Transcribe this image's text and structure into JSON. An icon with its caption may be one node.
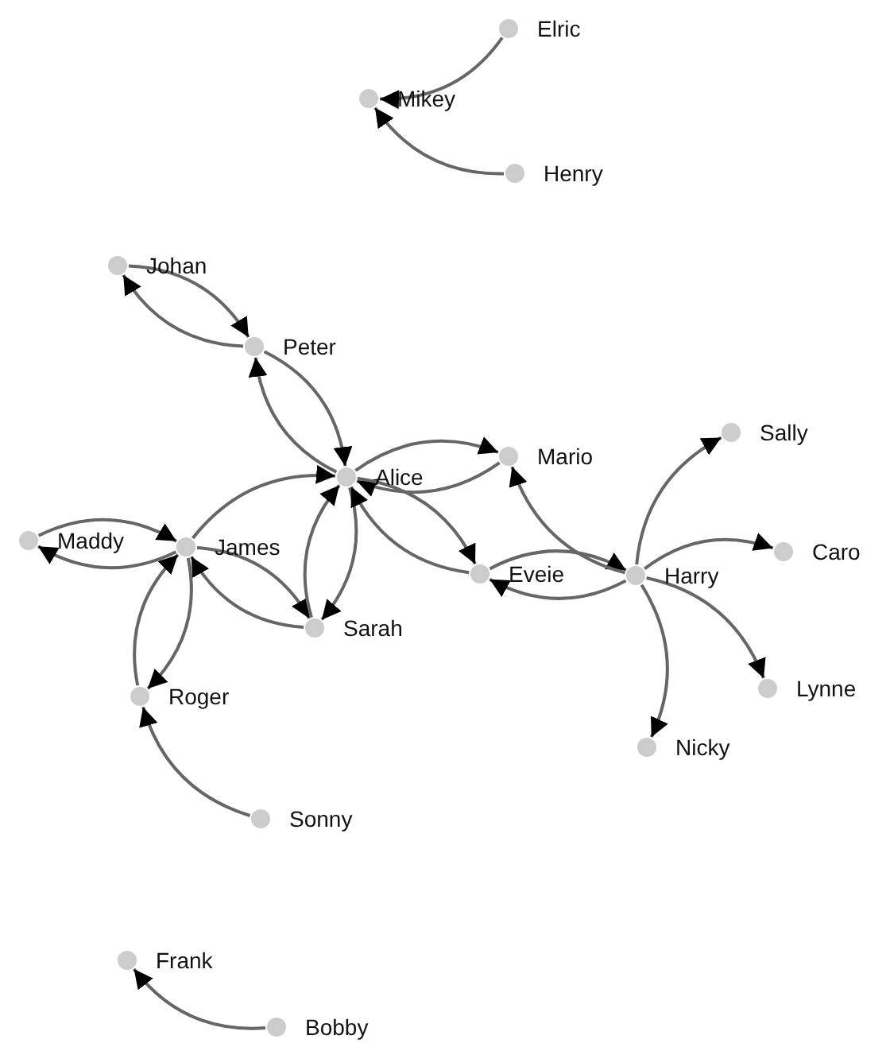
{
  "diagram": {
    "nodes": [
      {
        "text": [],
        "shape": "circle",
        "beside": [
          "Elric"
        ]
      },
      {
        "text": [],
        "shape": "circle",
        "beside": [
          "Mikey"
        ]
      },
      {
        "text": [],
        "shape": "circle",
        "beside": [
          "Henry"
        ]
      },
      {
        "text": [],
        "shape": "circle",
        "beside": [
          "Johan"
        ]
      },
      {
        "text": [],
        "shape": "circle",
        "beside": [
          "Peter"
        ]
      },
      {
        "text": [],
        "shape": "circle",
        "beside": [
          "Alice"
        ]
      },
      {
        "text": [],
        "shape": "circle",
        "beside": [
          "Mario"
        ]
      },
      {
        "text": [],
        "shape": "circle",
        "beside": [
          "Sally"
        ]
      },
      {
        "text": [],
        "shape": "circle",
        "beside": [
          "Maddy"
        ]
      },
      {
        "text": [],
        "shape": "circle",
        "beside": [
          "James"
        ]
      },
      {
        "text": [],
        "shape": "circle",
        "beside": [
          "Eveie"
        ]
      },
      {
        "text": [],
        "shape": "circle",
        "beside": [
          "Harry"
        ]
      },
      {
        "text": [],
        "shape": "circle",
        "beside": [
          "Caro"
        ]
      },
      {
        "text": [],
        "shape": "circle",
        "beside": [
          "Sarah"
        ]
      },
      {
        "text": [],
        "shape": "circle",
        "beside": [
          "Lynne"
        ]
      },
      {
        "text": [],
        "shape": "circle",
        "beside": [
          "Roger"
        ]
      },
      {
        "text": [],
        "shape": "circle",
        "beside": [
          "Nicky"
        ]
      },
      {
        "text": [],
        "shape": "circle",
        "beside": [
          "Sonny"
        ]
      },
      {
        "text": [],
        "shape": "circle",
        "beside": [
          "Frank"
        ]
      },
      {
        "text": [],
        "shape": "circle",
        "beside": [
          "Bobby"
        ]
      }
    ],
    "edges": [
      {
        "from": 0,
        "to": 1,
        "arrow": "to"
      },
      {
        "from": 2,
        "to": 1,
        "arrow": "to"
      },
      {
        "from": 3,
        "to": 4,
        "arrow": "to"
      },
      {
        "from": 4,
        "to": 3,
        "arrow": "to"
      },
      {
        "from": 4,
        "to": 5,
        "arrow": "to"
      },
      {
        "from": 5,
        "to": 4,
        "arrow": "to"
      },
      {
        "from": 9,
        "to": 5,
        "arrow": "to"
      },
      {
        "from": 8,
        "to": 9,
        "arrow": "to"
      },
      {
        "from": 9,
        "to": 8,
        "arrow": "to"
      },
      {
        "from": 9,
        "to": 13,
        "arrow": "to"
      },
      {
        "from": 13,
        "to": 9,
        "arrow": "to"
      },
      {
        "from": 5,
        "to": 13,
        "arrow": "to"
      },
      {
        "from": 13,
        "to": 5,
        "arrow": "to"
      },
      {
        "from": 5,
        "to": 6,
        "arrow": "to"
      },
      {
        "from": 6,
        "to": 5,
        "arrow": "to"
      },
      {
        "from": 5,
        "to": 10,
        "arrow": "to"
      },
      {
        "from": 10,
        "to": 5,
        "arrow": "to"
      },
      {
        "from": 10,
        "to": 11,
        "arrow": "to"
      },
      {
        "from": 11,
        "to": 10,
        "arrow": "to"
      },
      {
        "from": 11,
        "to": 6,
        "arrow": "to"
      },
      {
        "from": 11,
        "to": 7,
        "arrow": "to"
      },
      {
        "from": 11,
        "to": 12,
        "arrow": "to"
      },
      {
        "from": 11,
        "to": 14,
        "arrow": "to"
      },
      {
        "from": 11,
        "to": 16,
        "arrow": "to"
      },
      {
        "from": 9,
        "to": 15,
        "arrow": "to"
      },
      {
        "from": 15,
        "to": 9,
        "arrow": "to"
      },
      {
        "from": 17,
        "to": 15,
        "arrow": "to"
      },
      {
        "from": 19,
        "to": 18,
        "arrow": "to"
      }
    ]
  }
}
